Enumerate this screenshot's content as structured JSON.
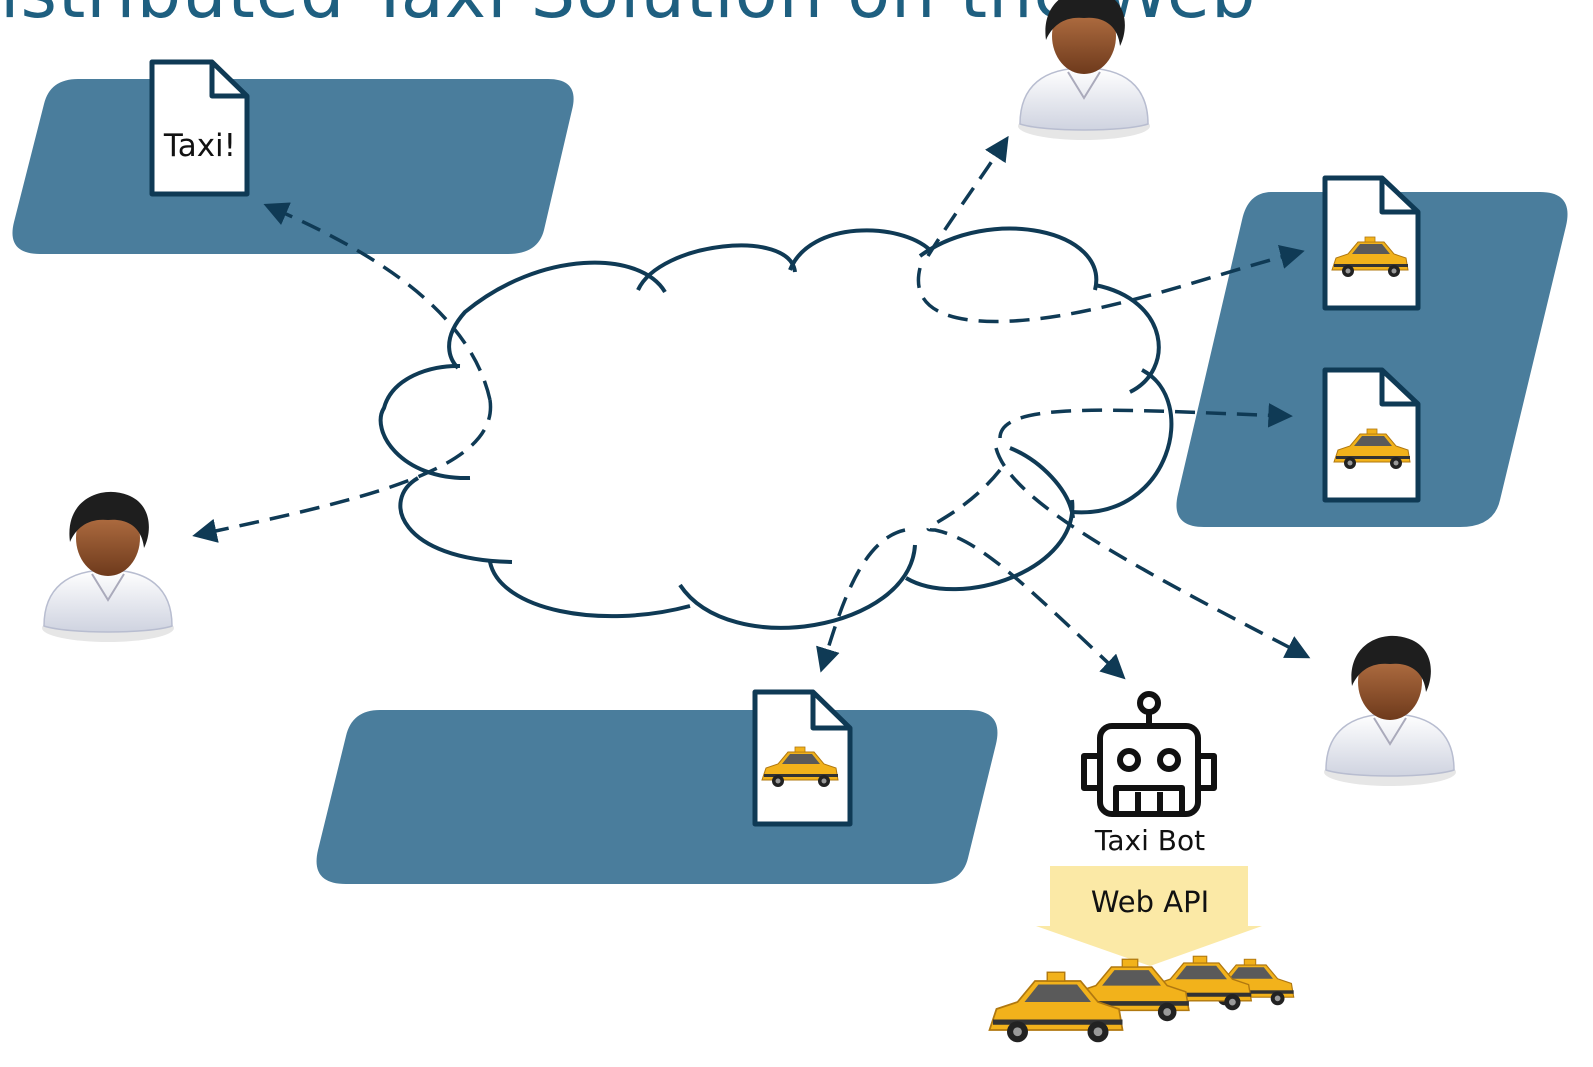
{
  "title": "istributed Taxi Solution on the Web",
  "doc_request": {
    "label": "Taxi!"
  },
  "bot": {
    "label": "Taxi Bot"
  },
  "api": {
    "label": "Web API"
  },
  "colors": {
    "platform": "#4a7d9c",
    "ink": "#0f3a55",
    "api_arrow": "#fbe9a6",
    "taxi": "#f2b21b"
  },
  "icons": [
    "document-icon",
    "taxi-icon",
    "person-icon",
    "robot-icon",
    "cloud-icon",
    "arrow-icon"
  ]
}
